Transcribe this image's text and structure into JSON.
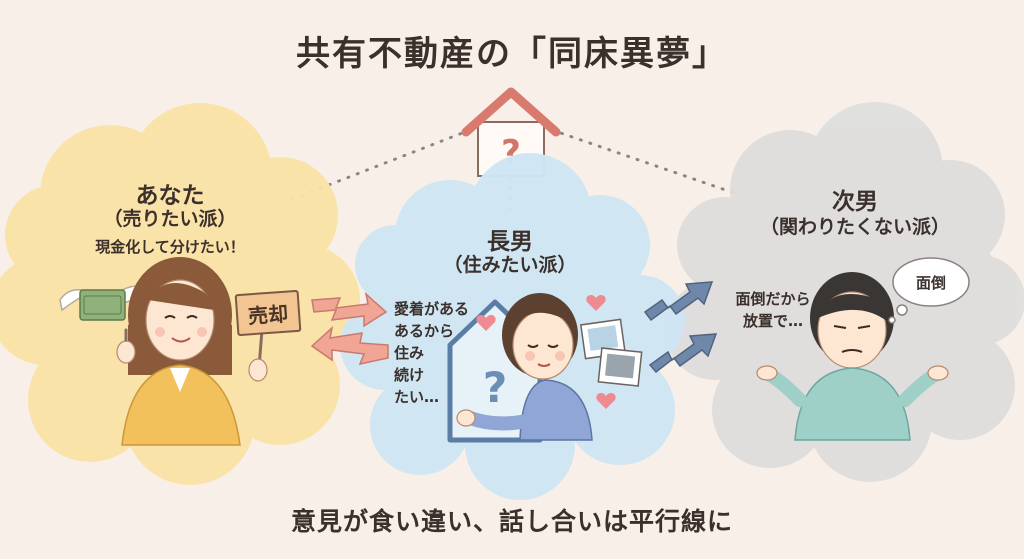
{
  "title": "共有不動産の「同床異夢」",
  "footer": "意見が食い違い、話し合いは平行線に",
  "house_mark": "?",
  "you": {
    "name": "あなた",
    "camp": "（売りたい派）",
    "quote": "現金化して分けたい！",
    "sign": "売却"
  },
  "eldest": {
    "name": "長男",
    "camp": "（住みたい派）",
    "quote_lines": [
      "愛着がある",
      "あるから",
      "住み",
      "続け",
      "たい…"
    ],
    "house_mark": "?"
  },
  "second": {
    "name": "次男",
    "camp": "（関わりたくない派）",
    "quote_lines": [
      "面倒だから",
      "放置で…"
    ],
    "thought": "面倒"
  },
  "colors": {
    "background": "#f8efe9",
    "you_cloud": "#fbe3a6",
    "eldest_cloud": "#cfe6f4",
    "second_cloud": "#dededd",
    "conflict_arrow": "#f0a595",
    "avoid_arrow": "#6f87a8",
    "house": "#d97a6e"
  }
}
